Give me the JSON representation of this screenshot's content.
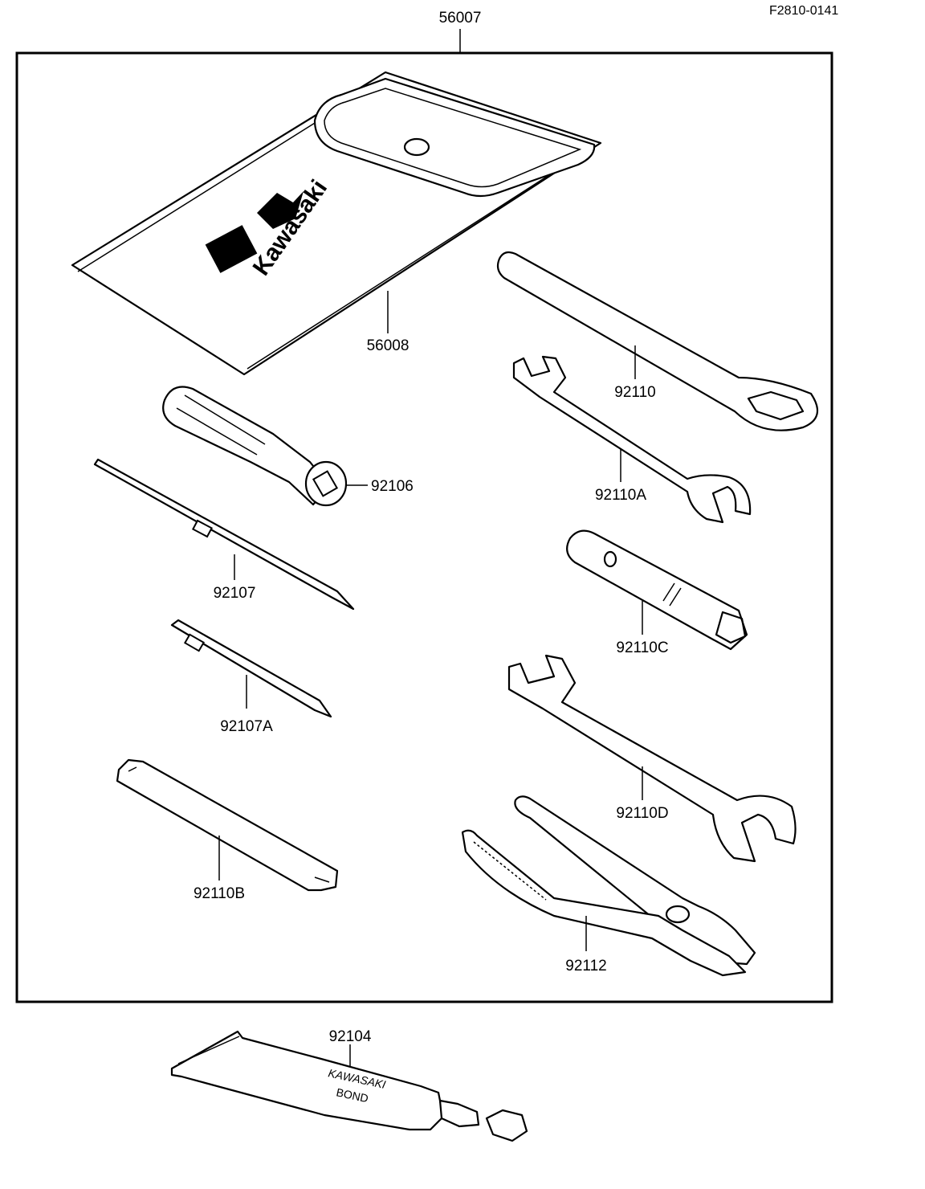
{
  "drawing_code": "F2810-0141",
  "kit_label": "56007",
  "brand_logo_text": "Kawasaki",
  "tube_text_line1": "KAWASAKI",
  "tube_text_line2": "BOND",
  "parts": {
    "case": "56008",
    "screwdriver_handle": "92106",
    "screwdriver_bit": "92107",
    "screwdriver_bit_a": "92107A",
    "spanner_b": "92110B",
    "ring_spanner": "92110",
    "open_spanner_a": "92110A",
    "plug_wrench_c": "92110C",
    "open_spanner_d": "92110D",
    "pliers": "92112",
    "bond_tube": "92104"
  }
}
